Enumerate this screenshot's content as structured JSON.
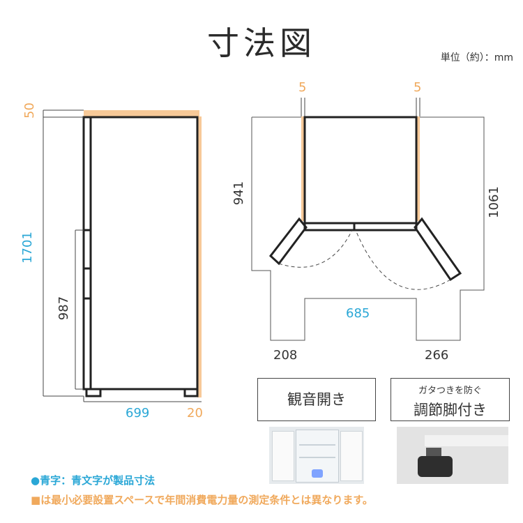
{
  "title": "寸法図",
  "unit_label": "単位（約）：mm",
  "front_view": {
    "dim_top_clearance": "50",
    "dim_total_height": "1701",
    "dim_lower_height": "987",
    "dim_width": "699",
    "dim_side_clearance": "20"
  },
  "top_view": {
    "dim_left_clearance": "5",
    "dim_right_clearance": "5",
    "dim_depth": "941",
    "dim_depth_open": "1061",
    "dim_inner_width": "685",
    "dim_left_door": "208",
    "dim_right_door": "266"
  },
  "features": {
    "left": {
      "label": "観音開き"
    },
    "right": {
      "small": "ガタつきを防ぐ",
      "label": "調節脚付き"
    }
  },
  "notes": {
    "blue_marker": "●",
    "blue_note": "青字：青文字が製品寸法",
    "orange_marker": "■",
    "orange_note": "は最小必要設置スペースで年間消費電力量の測定条件とは異なります。"
  },
  "colors": {
    "product_dim": "#2aa7d6",
    "clearance": "#f0a95c",
    "line": "#222222"
  }
}
